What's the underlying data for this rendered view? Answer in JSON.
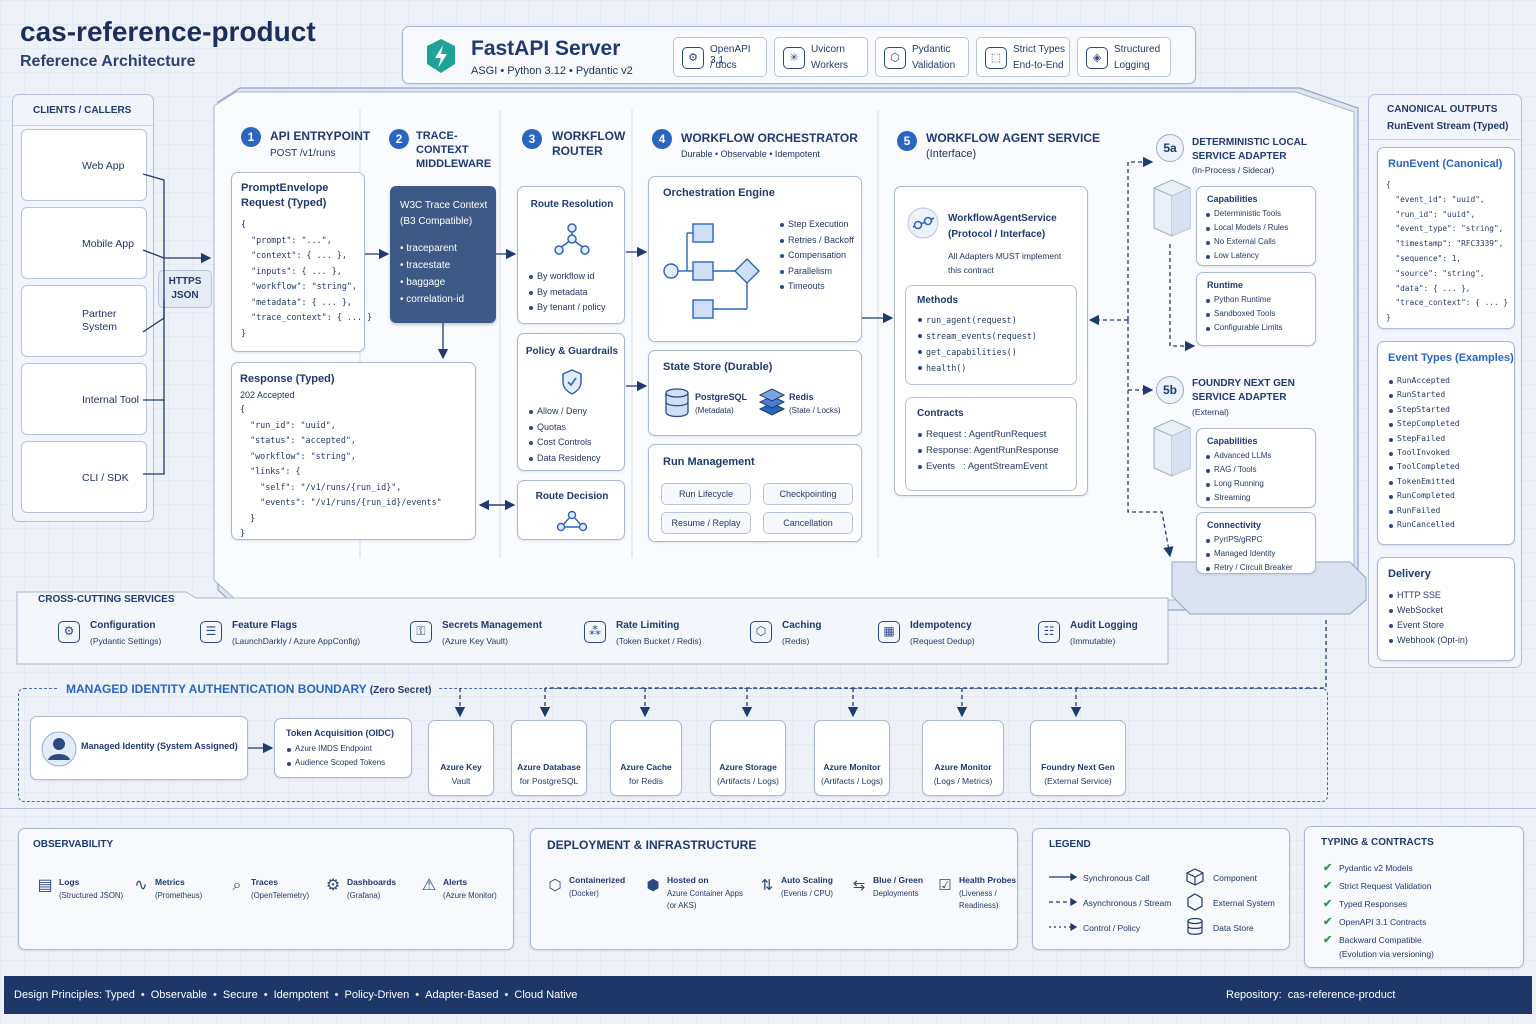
{
  "title": "cas-reference-product",
  "subtitle": "Reference Architecture",
  "server": {
    "title": "FastAPI Server",
    "sub": "ASGI • Python 3.12 • Pydantic v2",
    "features": [
      {
        "l1": "OpenAPI 3.1",
        "l2": "/ docs"
      },
      {
        "l1": "Uvicorn",
        "l2": "Workers"
      },
      {
        "l1": "Pydantic",
        "l2": "Validation"
      },
      {
        "l1": "Strict Types",
        "l2": "End-to-End"
      },
      {
        "l1": "Structured",
        "l2": "Logging"
      }
    ]
  },
  "clients": {
    "title": "CLIENTS / CALLERS",
    "items": [
      "Web App",
      "Mobile App",
      "Partner System",
      "Internal Tool",
      "CLI / SDK"
    ],
    "proto": "HTTPS JSON"
  },
  "s1": {
    "num": "1",
    "title": "API ENTRYPOINT",
    "sub": "POST /v1/runs",
    "req_title": "PromptEnvelope Request (Typed)",
    "req_code": "{\n  \"prompt\": \"...\",\n  \"context\": { ... },\n  \"inputs\": { ... },\n  \"workflow\": \"string\",\n  \"metadata\": { ... },\n  \"trace_context\": { ... }\n}",
    "resp_title": "Response (Typed)",
    "resp_status": "202 Accepted",
    "resp_code": "{\n  \"run_id\": \"uuid\",\n  \"status\": \"accepted\",\n  \"workflow\": \"string\",\n  \"links\": {\n    \"self\": \"/v1/runs/{run_id}\",\n    \"events\": \"/v1/runs/{run_id}/events\"\n  }\n}"
  },
  "s2": {
    "num": "2",
    "title": "TRACE-CONTEXT MIDDLEWARE",
    "box_title": "W3C Trace Context (B3 Compatible)",
    "items": [
      "traceparent",
      "tracestate",
      "baggage",
      "correlation-id"
    ]
  },
  "s3": {
    "num": "3",
    "title": "WORKFLOW ROUTER",
    "route_title": "Route Resolution",
    "route_items": [
      "By workflow id",
      "By metadata",
      "By tenant / policy"
    ],
    "policy_title": "Policy & Guardrails",
    "policy_items": [
      "Allow / Deny",
      "Quotas",
      "Cost Controls",
      "Data Residency"
    ],
    "decision": "Route Decision"
  },
  "s4": {
    "num": "4",
    "title": "WORKFLOW ORCHESTRATOR",
    "sub": "Durable • Observable • Idempotent",
    "engine_title": "Orchestration Engine",
    "engine_items": [
      "Step Execution",
      "Retries / Backoff",
      "Compensation",
      "Parallelism",
      "Timeouts"
    ],
    "state_title": "State Store (Durable)",
    "pg": "PostgreSQL",
    "pg_sub": "(Metadata)",
    "redis": "Redis",
    "redis_sub": "(State / Locks)",
    "run_title": "Run Management",
    "run_items": [
      "Run Lifecycle",
      "Checkpointing",
      "Resume / Replay",
      "Cancellation"
    ]
  },
  "s5": {
    "num": "5",
    "title": "WORKFLOW AGENT SERVICE",
    "sub": "(Interface)",
    "svc_title": "WorkflowAgentService (Protocol / Interface)",
    "svc_note": "All Adapters MUST implement this contract",
    "methods_title": "Methods",
    "methods": [
      "run_agent(request)",
      "stream_events(request)",
      "get_capabilities()",
      "health()"
    ],
    "contracts_title": "Contracts",
    "contracts": [
      "Request : AgentRunRequest",
      "Response: AgentRunResponse",
      "Events   : AgentStreamEvent"
    ]
  },
  "s5a": {
    "num": "5a",
    "title": "DETERMINISTIC LOCAL SERVICE ADAPTER",
    "sub": "(In-Process / Sidecar)",
    "cap_title": "Capabilities",
    "cap": [
      "Deterministic Tools",
      "Local Models / Rules",
      "No External Calls",
      "Low Latency"
    ],
    "rt_title": "Runtime",
    "rt": [
      "Python Runtime",
      "Sandboxed Tools",
      "Configurable Limits"
    ]
  },
  "s5b": {
    "num": "5b",
    "title": "FOUNDRY NEXT GEN SERVICE ADAPTER",
    "sub": "(External)",
    "cap_title": "Capabilities",
    "cap": [
      "Advanced LLMs",
      "RAG / Tools",
      "Long Running",
      "Streaming"
    ],
    "conn_title": "Connectivity",
    "conn": [
      "PyrIPS/gRPC",
      "Managed Identity",
      "Retry / Circuit Breaker"
    ]
  },
  "outputs": {
    "title": "CANONICAL OUTPUTS",
    "sub": "RunEvent Stream (Typed)",
    "ev_title": "RunEvent (Canonical)",
    "ev_code": "{\n  \"event_id\": \"uuid\",\n  \"run_id\": \"uuid\",\n  \"event_type\": \"string\",\n  \"timestamp\": \"RFC3339\",\n  \"sequence\": 1,\n  \"source\": \"string\",\n  \"data\": { ... },\n  \"trace_context\": { ... }\n}",
    "types_title": "Event Types (Examples)",
    "types": [
      "RunAccepted",
      "RunStarted",
      "StepStarted",
      "StepCompleted",
      "StepFailed",
      "ToolInvoked",
      "ToolCompleted",
      "TokenEmitted",
      "RunCompleted",
      "RunFailed",
      "RunCancelled"
    ],
    "del_title": "Delivery",
    "delivery": [
      "HTTP SSE",
      "WebSocket",
      "Event Store",
      "Webhook (Opt-in)"
    ]
  },
  "cross": {
    "title": "CROSS-CUTTING SERVICES",
    "items": [
      {
        "t": "Configuration",
        "s": "(Pydantic Settings)"
      },
      {
        "t": "Feature Flags",
        "s": "(LaunchDarkly / Azure AppConfig)"
      },
      {
        "t": "Secrets Management",
        "s": "(Azure Key Vault)"
      },
      {
        "t": "Rate Limiting",
        "s": "(Token Bucket / Redis)"
      },
      {
        "t": "Caching",
        "s": "(Redis)"
      },
      {
        "t": "Idempotency",
        "s": "(Request Dedup)"
      },
      {
        "t": "Audit Logging",
        "s": "(Immutable)"
      }
    ]
  },
  "mi": {
    "title": "MANAGED IDENTITY AUTHENTICATION BOUNDARY",
    "title2": "(Zero Secret)",
    "identity": "Managed Identity (System Assigned)",
    "token_title": "Token Acquisition (OIDC)",
    "token_items": [
      "Azure IMDS Endpoint",
      "Audience Scoped Tokens"
    ],
    "targets": [
      {
        "l1": "Azure Key",
        "l2": "Vault"
      },
      {
        "l1": "Azure Database",
        "l2": "for PostgreSQL"
      },
      {
        "l1": "Azure Cache",
        "l2": "for Redis"
      },
      {
        "l1": "Azure Storage",
        "l2": "(Artifacts / Logs)"
      },
      {
        "l1": "Azure Monitor",
        "l2": "(Artifacts / Logs)"
      },
      {
        "l1": "Azure Monitor",
        "l2": "(Logs / Metrics)"
      },
      {
        "l1": "Foundry Next Gen",
        "l2": "(External Service)"
      }
    ]
  },
  "obs": {
    "title": "OBSERVABILITY",
    "items": [
      {
        "t": "Logs",
        "s": "(Structured JSON)"
      },
      {
        "t": "Metrics",
        "s": "(Prometheus)"
      },
      {
        "t": "Traces",
        "s": "(OpenTelemetry)"
      },
      {
        "t": "Dashboards",
        "s": "(Grafana)"
      },
      {
        "t": "Alerts",
        "s": "(Azure Monitor)"
      }
    ]
  },
  "dep": {
    "title": "DEPLOYMENT & INFRASTRUCTURE",
    "items": [
      {
        "t": "Containerized",
        "s": "(Docker)",
        "s2": ""
      },
      {
        "t": "Hosted on",
        "s": "Azure Container Apps",
        "s2": "(or AKS)"
      },
      {
        "t": "Auto Scaling",
        "s": "(Events / CPU)",
        "s2": ""
      },
      {
        "t": "Blue / Green",
        "s": "Deployments",
        "s2": ""
      },
      {
        "t": "Health Probes",
        "s": "(Liveness /",
        "s2": "Readiness)"
      }
    ]
  },
  "legend": {
    "title": "LEGEND",
    "items": [
      "Synchronous Call",
      "Asynchronous / Stream",
      "Control / Policy",
      "Component",
      "External System",
      "Data Store"
    ]
  },
  "typing": {
    "title": "TYPING & CONTRACTS",
    "items": [
      "Pydantic v2 Models",
      "Strict Request Validation",
      "Typed Responses",
      "OpenAPI 3.1 Contracts",
      "Backward Compatible"
    ],
    "note": "(Evolution via versioning)"
  },
  "footer": {
    "label": "Design Principles:",
    "principles": [
      "Typed",
      "Observable",
      "Secure",
      "Idempotent",
      "Policy-Driven",
      "Adapter-Based",
      "Cloud Native"
    ],
    "repo_label": "Repository:",
    "repo": "cas-reference-product"
  },
  "colors": {
    "accent": "#2b65c2",
    "navy": "#1f3a70",
    "footer": "#1d3868",
    "check": "#2f9a48"
  }
}
